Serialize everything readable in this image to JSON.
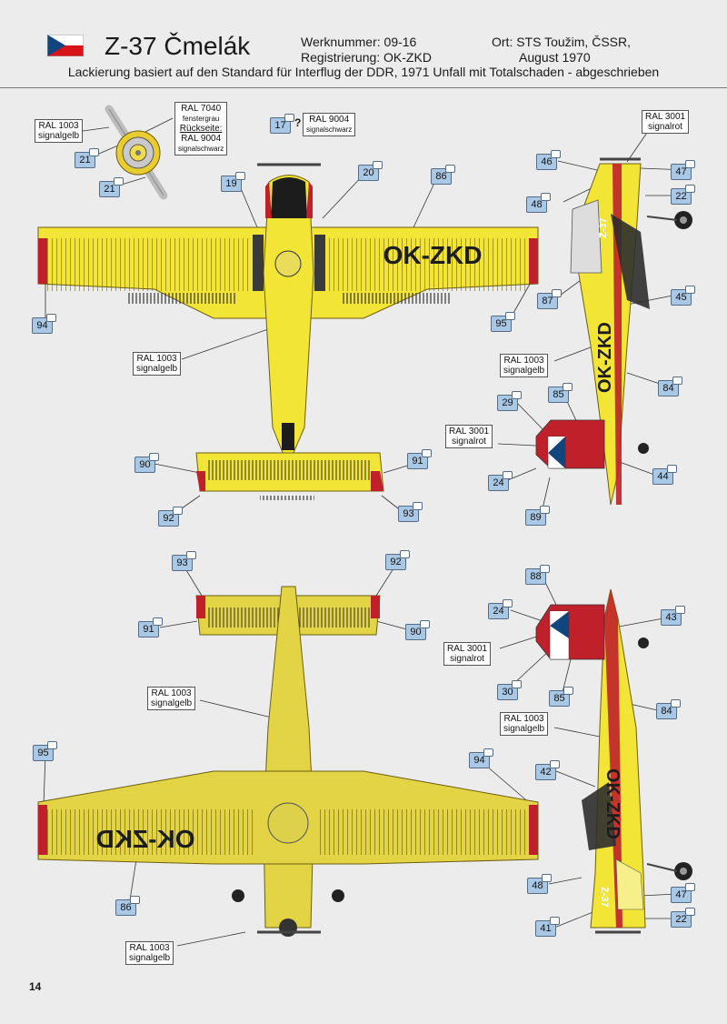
{
  "header": {
    "title": "Z-37 Čmelák",
    "werknummer": "Werknummer: 09-16",
    "registrierung": "Registrierung: OK-ZKD",
    "ort": "Ort: STS Toužim, ČSSR,",
    "datum": "August 1970",
    "subtitle": "Lackierung basiert auf den Standard für Interflug der DDR, 1971 Unfall mit Totalschaden - abgeschrieben"
  },
  "registration": "OK-ZKD",
  "tail_marking": "Z-37",
  "unknown_mark": "?",
  "colors": {
    "signalgelb": "#f2e535",
    "signalrot": "#c0202a",
    "signalschwarz": "#1c1c1c",
    "background": "#ececec",
    "callout_box": "#a9c8e6"
  },
  "ral_labels": [
    {
      "code": "RAL 1003",
      "name": "signalgelb"
    },
    {
      "code": "RAL 7040",
      "name": "fenstergrau",
      "extra": "Rückseite:",
      "code2": "RAL 9004",
      "name2": "signalschwarz"
    },
    {
      "code": "RAL 9004",
      "name": "signalschwarz"
    },
    {
      "code": "RAL 3001",
      "name": "signalrot"
    },
    {
      "code": "RAL 1003",
      "name": "signalgelb"
    },
    {
      "code": "RAL 1003",
      "name": "signalgelb"
    },
    {
      "code": "RAL 3001",
      "name": "signalrot"
    },
    {
      "code": "RAL 1003",
      "name": "signalgelb"
    },
    {
      "code": "RAL 3001",
      "name": "signalrot"
    },
    {
      "code": "RAL 1003",
      "name": "signalgelb"
    },
    {
      "code": "RAL 1003",
      "name": "signalgelb"
    }
  ],
  "callouts": [
    "21",
    "21",
    "17",
    "19",
    "20",
    "86",
    "94",
    "90",
    "91",
    "92",
    "93",
    "46",
    "47",
    "48",
    "22",
    "87",
    "45",
    "95",
    "84",
    "29",
    "85",
    "24",
    "44",
    "89",
    "93",
    "92",
    "91",
    "90",
    "95",
    "94",
    "86",
    "88",
    "43",
    "24",
    "30",
    "85",
    "84",
    "42",
    "48",
    "47",
    "41",
    "22"
  ],
  "page_number": "14"
}
